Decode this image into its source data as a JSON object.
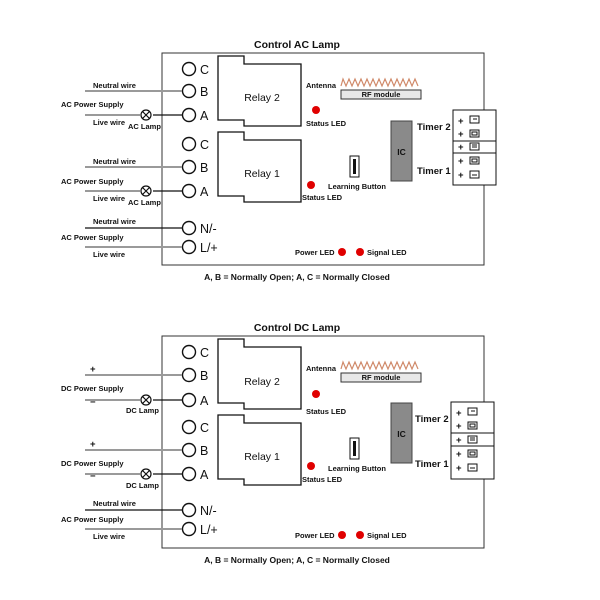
{
  "panels": [
    {
      "title": "Control AC Lamp",
      "note": "A, B = Normally Open; A, C = Normally Closed",
      "terminals": [
        "C",
        "B",
        "A",
        "C",
        "B",
        "A",
        "N/-",
        "L/+"
      ],
      "relay1": "Relay 1",
      "relay2": "Relay 2",
      "antenna": "Antenna",
      "rf_module": "RF module",
      "status_led": "Status LED",
      "ic": "IC",
      "learning_button": "Learning Button",
      "timer2": "Timer 2",
      "timer1": "Timer 1",
      "power_led": "Power LED",
      "signal_led": "Signal LED",
      "wires": {
        "r2_top": "Neutral wire",
        "r2_supply": "AC Power Supply",
        "r2_bottom": "Live wire",
        "r2_lamp": "AC Lamp",
        "r1_top": "Neutral wire",
        "r1_supply": "AC Power Supply",
        "r1_bottom": "Live wire",
        "r1_lamp": "AC Lamp",
        "pw_top": "Neutral wire",
        "pw_supply": "AC Power Supply",
        "pw_bottom": "Live wire"
      }
    },
    {
      "title": "Control DC Lamp",
      "note": "A, B = Normally Open; A, C = Normally Closed",
      "terminals": [
        "C",
        "B",
        "A",
        "C",
        "B",
        "A",
        "N/-",
        "L/+"
      ],
      "relay1": "Relay 1",
      "relay2": "Relay 2",
      "antenna": "Antenna",
      "rf_module": "RF module",
      "status_led": "Status LED",
      "ic": "IC",
      "learning_button": "Learning Button",
      "timer2": "Timer 2",
      "timer1": "Timer 1",
      "power_led": "Power LED",
      "signal_led": "Signal LED",
      "wires": {
        "r2_top": "+",
        "r2_supply": "DC Power Supply",
        "r2_bottom": "−",
        "r2_lamp": "DC Lamp",
        "r1_top": "+",
        "r1_supply": "DC Power Supply",
        "r1_bottom": "−",
        "r1_lamp": "DC Lamp",
        "pw_top": "Neutral wire",
        "pw_supply": "AC Power Supply",
        "pw_bottom": "Live wire"
      }
    }
  ],
  "timer_block_symbols": [
    "+",
    "+",
    "+",
    "+",
    "+"
  ]
}
